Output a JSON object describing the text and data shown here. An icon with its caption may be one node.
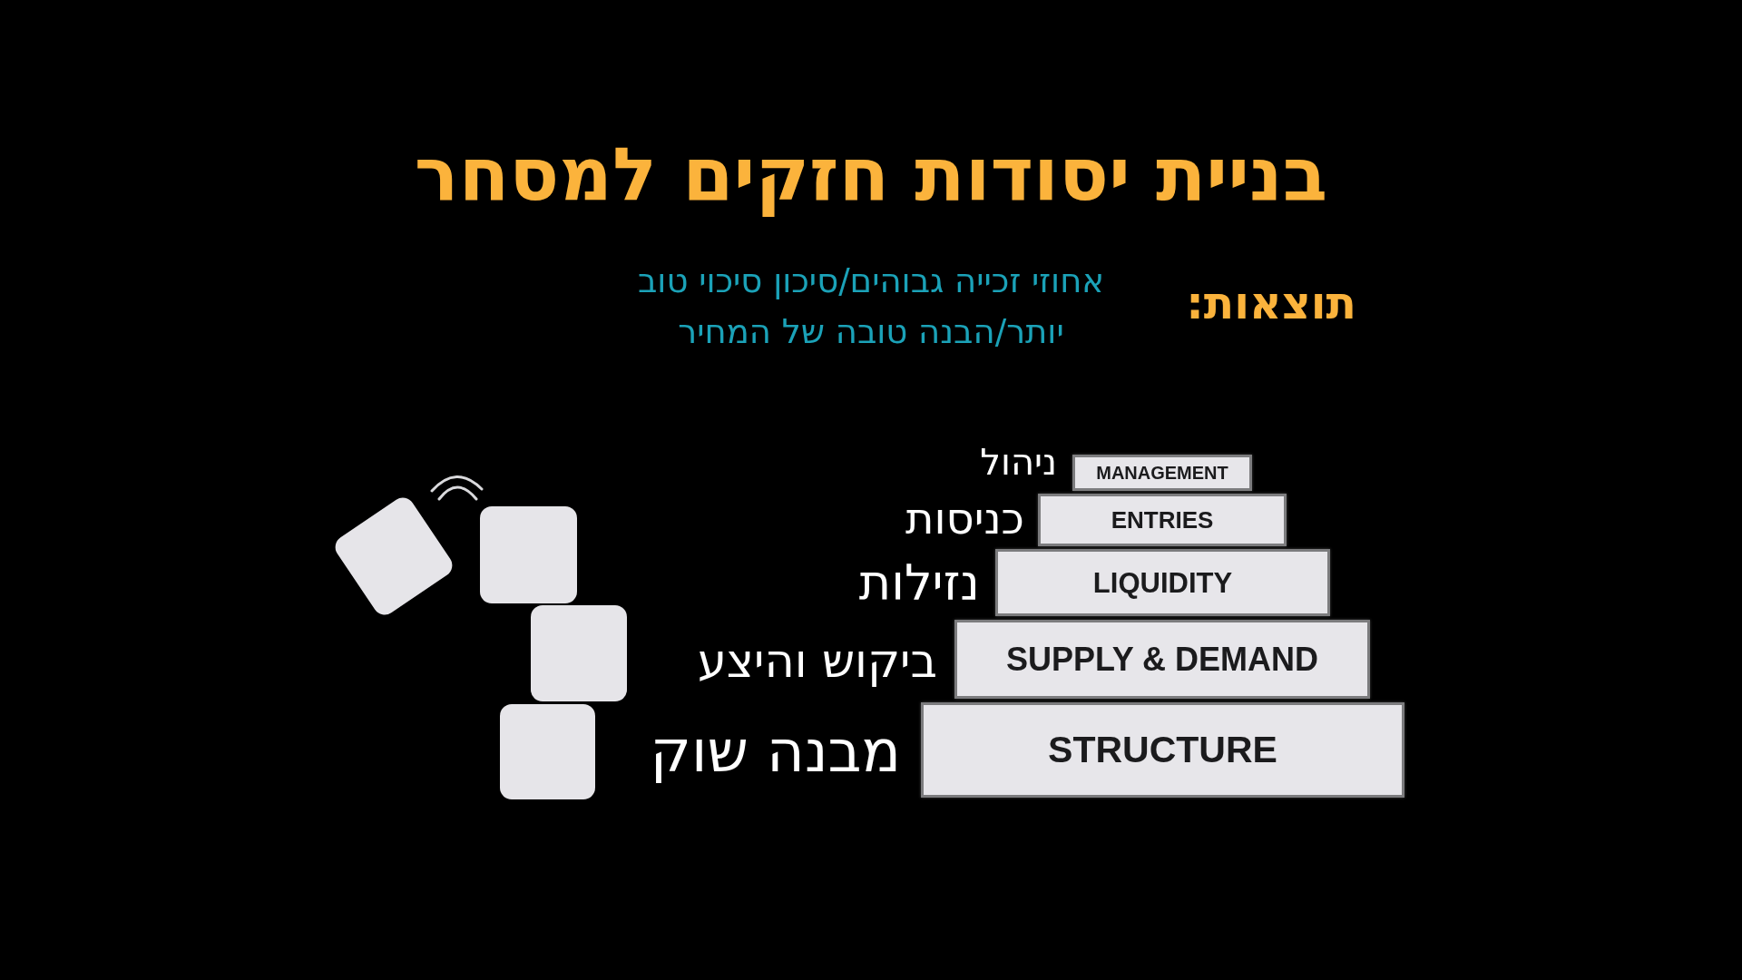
{
  "diagram": {
    "title": "בניית יסודות חזקים למסחר",
    "nodes": [
      {
        "text": [
          "MANAGEMENT"
        ],
        "beside": [
          "ניהול"
        ]
      },
      {
        "text": [
          "ENTRIES"
        ],
        "beside": [
          "כניסות"
        ]
      },
      {
        "text": [
          "LIQUIDITY"
        ],
        "beside": [
          "נזילות"
        ]
      },
      {
        "text": [
          "SUPPLY & DEMAND"
        ],
        "beside": [
          "ביקוש והיצע"
        ]
      },
      {
        "text": [
          "STRUCTURE"
        ],
        "beside": [
          "מבנה שוק"
        ]
      }
    ],
    "labels": [
      "תוצאות:",
      "אחוזי זכייה גבוהים/סיכון סיכוי טוב יותר/הבנה טובה של המחיר"
    ]
  }
}
